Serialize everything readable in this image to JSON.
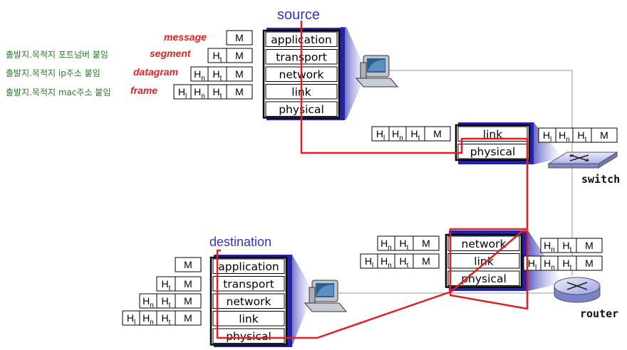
{
  "title_source": "source",
  "title_destination": "destination",
  "label_switch": "switch",
  "label_router": "router",
  "annotations": [
    "출발지.목적지 포트넘버 붙임",
    "출발지.목적지 ip주소 붙임",
    "출발지.목적지 mac주소 붙임"
  ],
  "pdu_names": [
    "message",
    "segment",
    "datagram",
    "frame"
  ],
  "layers": {
    "source": [
      "application",
      "transport",
      "network",
      "link",
      "physical"
    ],
    "switch": [
      "link",
      "physical"
    ],
    "router": [
      "network",
      "link",
      "physical"
    ],
    "destination": [
      "application",
      "transport",
      "network",
      "link",
      "physical"
    ]
  },
  "headers": {
    "message": [
      "M"
    ],
    "segment": [
      "Ht",
      "M"
    ],
    "datagram": [
      "Hn",
      "Ht",
      "M"
    ],
    "frame": [
      "Hl",
      "Hn",
      "Ht",
      "M"
    ]
  },
  "colors": {
    "title": "#3333bb",
    "path": "#e02020",
    "annotation": "#2a7a2a",
    "shadow": "#2222aa",
    "wire": "#999999"
  }
}
